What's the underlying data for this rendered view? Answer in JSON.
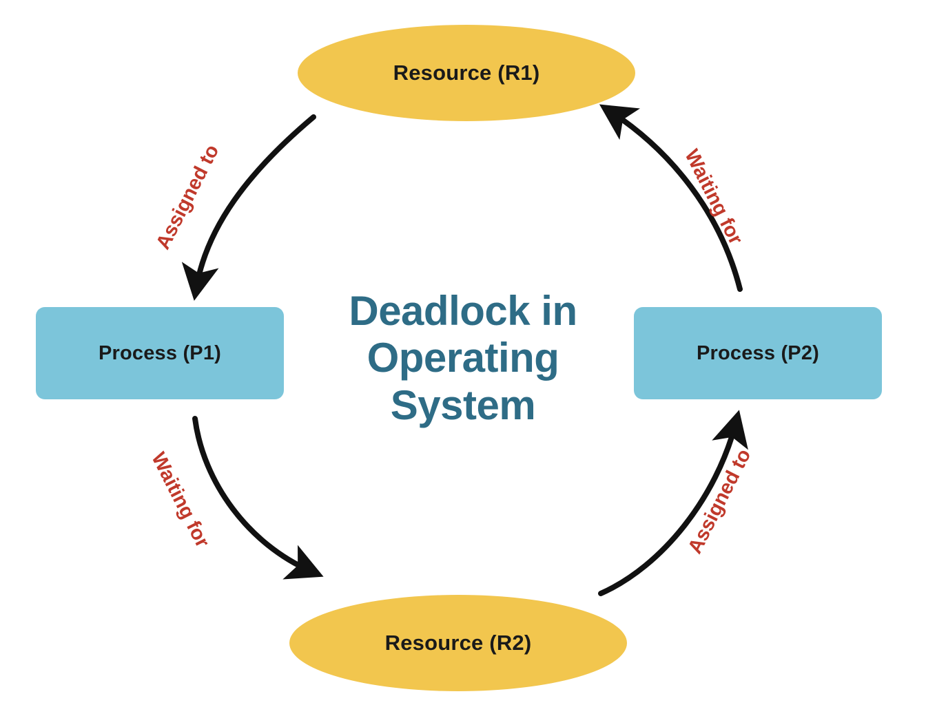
{
  "diagram": {
    "title": "Deadlock in Operating System",
    "title_color": "#2E6C86",
    "background": "#ffffff",
    "nodes": [
      {
        "id": "R1",
        "label": "Resource (R1)",
        "shape": "ellipse",
        "color": "#F2C64E",
        "position": "top"
      },
      {
        "id": "P1",
        "label": "Process (P1)",
        "shape": "rounded-rect",
        "color": "#7CC5DA",
        "position": "left"
      },
      {
        "id": "P2",
        "label": "Process (P2)",
        "shape": "rounded-rect",
        "color": "#7CC5DA",
        "position": "right"
      },
      {
        "id": "R2",
        "label": "Resource (R2)",
        "shape": "ellipse",
        "color": "#F2C64E",
        "position": "bottom"
      }
    ],
    "edges": [
      {
        "from": "R1",
        "to": "P1",
        "label": "Assigned to",
        "label_color": "#C0392B",
        "arrow_color": "#111111",
        "side": "top-left"
      },
      {
        "from": "P1",
        "to": "R2",
        "label": "Waiting for",
        "label_color": "#C0392B",
        "arrow_color": "#111111",
        "side": "bottom-left"
      },
      {
        "from": "R2",
        "to": "P2",
        "label": "Assigned to",
        "label_color": "#C0392B",
        "arrow_color": "#111111",
        "side": "bottom-right"
      },
      {
        "from": "P2",
        "to": "R1",
        "label": "Waiting for",
        "label_color": "#C0392B",
        "arrow_color": "#111111",
        "side": "top-right"
      }
    ]
  }
}
